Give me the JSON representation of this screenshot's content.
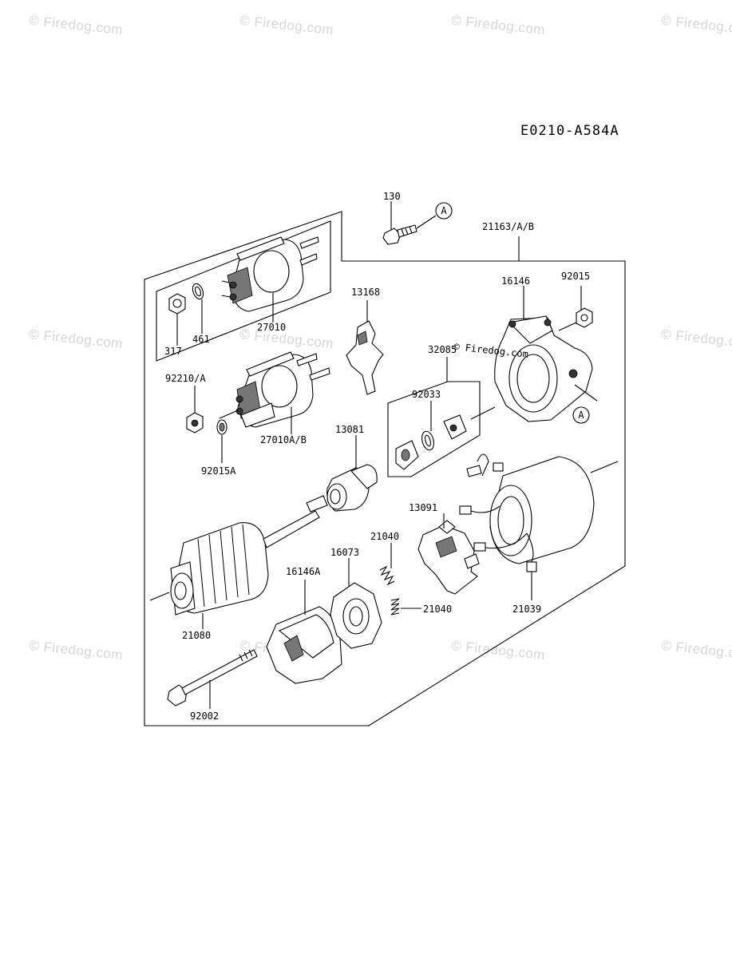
{
  "watermark": "© Firedog.com",
  "diagram_id": "E0210-A584A",
  "reference_mark": "A",
  "parts": {
    "p130": "130",
    "p21163": "21163/A/B",
    "p16146": "16146",
    "p92015": "92015",
    "p13168": "13168",
    "p27010": "27010",
    "p461": "461",
    "p317": "317",
    "p32085": "32085",
    "p92033": "92033",
    "p92210": "92210/A",
    "p27010ab": "27010A/B",
    "p92015a": "92015A",
    "p13081": "13081",
    "p13091": "13091",
    "p21040a": "21040",
    "p21040b": "21040",
    "p16073": "16073",
    "p16146a": "16146A",
    "p21080": "21080",
    "p21039": "21039",
    "p92002": "92002"
  }
}
